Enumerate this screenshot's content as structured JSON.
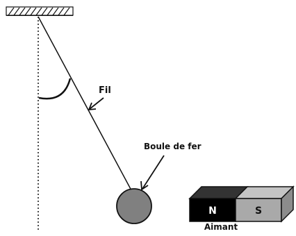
{
  "labels": {
    "fil": "Fil",
    "ball": "Boule de fer",
    "magnet": "Aimant",
    "north_pole": "N",
    "south_pole": "S"
  },
  "colors": {
    "ink": "#111111",
    "ball_fill": "#808080",
    "north_face": "#000000",
    "south_face": "#a9a9a9",
    "south_top": "#c4c4c4",
    "south_side": "#8c8c8c",
    "north_top": "#333333"
  }
}
